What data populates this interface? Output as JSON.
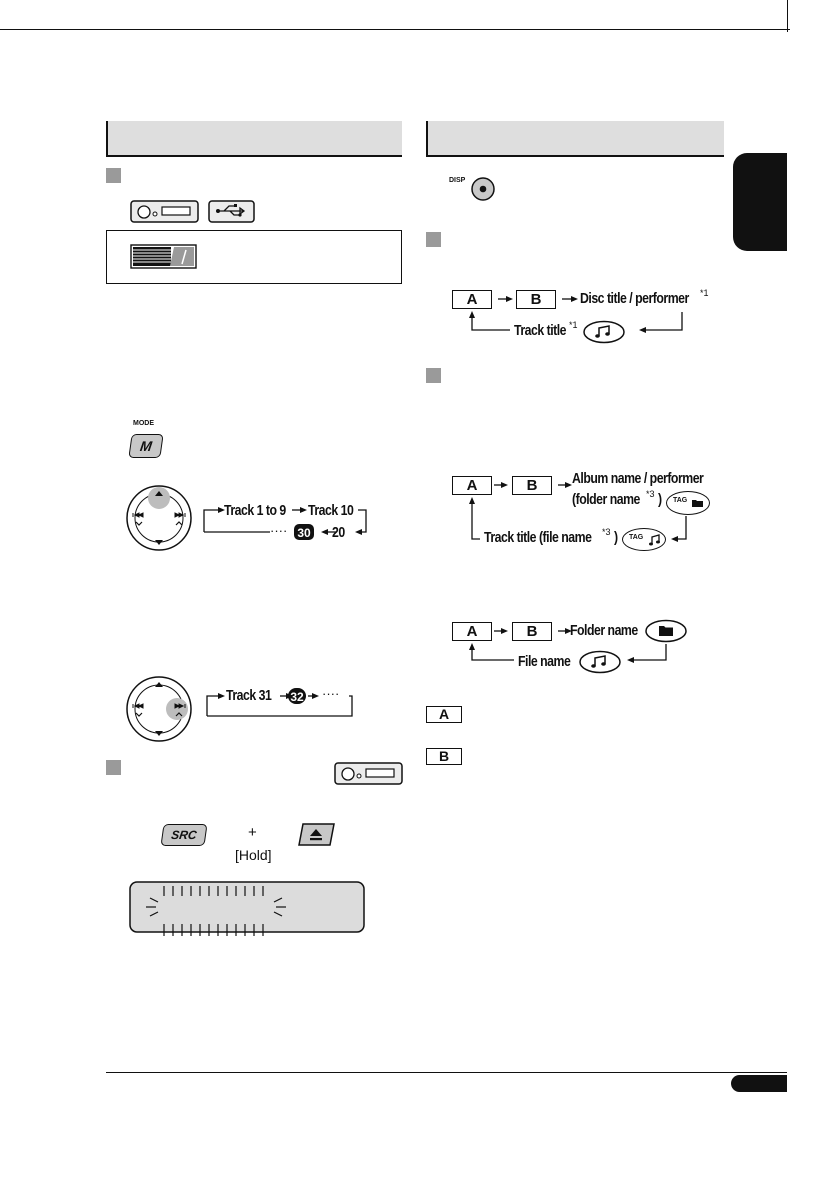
{
  "left": {
    "mode_label": "MODE",
    "mode_key": "M",
    "flow1": {
      "start": "Track 1 to 9",
      "next": "Track 10",
      "back1": "20",
      "back2": "30",
      "dots": "····"
    },
    "flow2": {
      "start": "Track 31",
      "next": "32",
      "dots": "····"
    },
    "src_key": "SRC",
    "plus": "+",
    "hold": "[Hold]"
  },
  "right": {
    "disp_label": "DISP",
    "box_a": "A",
    "box_b": "B",
    "flow_disc": {
      "title": "Disc title / performer",
      "sup": "*1",
      "track": "Track title",
      "track_sup": "*1"
    },
    "flow_tag": {
      "title": "Album name / performer",
      "folder": "(folder name",
      "folder_sup": "*3",
      "folder_close": ")",
      "tag": "TAG",
      "track": "Track title (file name",
      "track_sup": "*3",
      "track_close": ")"
    },
    "flow_file": {
      "folder": "Folder name",
      "file": "File name"
    },
    "legend_a": "A",
    "legend_b": "B"
  }
}
